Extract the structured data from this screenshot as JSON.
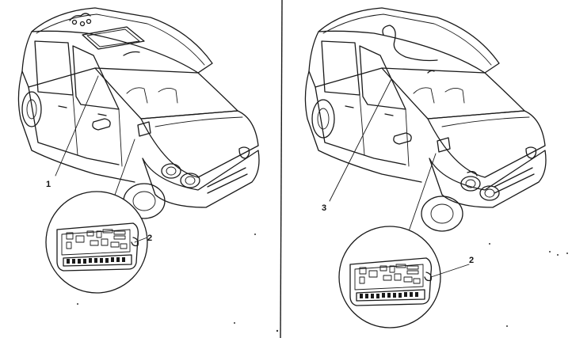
{
  "panels": [
    {
      "id": "left",
      "callouts": [
        {
          "label": "1"
        },
        {
          "label": "2"
        }
      ]
    },
    {
      "id": "right",
      "callouts": [
        {
          "label": "3"
        },
        {
          "label": "2"
        }
      ]
    }
  ]
}
